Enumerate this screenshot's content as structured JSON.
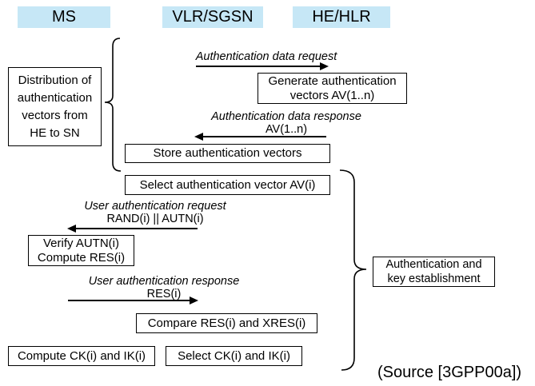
{
  "colors": {
    "actor_bg": "#c6e7f6",
    "line": "#000000",
    "box_bg": "#ffffff",
    "text": "#000000"
  },
  "actors": [
    {
      "label": "MS"
    },
    {
      "label": "VLR/SGSN"
    },
    {
      "label": "HE/HLR"
    }
  ],
  "phase_labels": {
    "distribution": {
      "lines": [
        "Distribution of",
        "authentication",
        "vectors from",
        "HE to SN"
      ]
    },
    "auth_key": {
      "lines": [
        "Authentication and",
        "key establishment"
      ]
    }
  },
  "boxes": {
    "generate": {
      "lines": [
        "Generate authentication",
        "vectors AV(1..n)"
      ]
    },
    "store": {
      "label": "Store authentication vectors"
    },
    "select_av": {
      "label": "Select authentication vector AV(i)"
    },
    "verify": {
      "lines": [
        "Verify AUTN(i)",
        "Compute RES(i)"
      ]
    },
    "compare": {
      "label": "Compare RES(i) and XRES(i)"
    },
    "compute_ck": {
      "label": "Compute CK(i) and IK(i)"
    },
    "select_ck": {
      "label": "Select CK(i) and IK(i)"
    }
  },
  "messages": {
    "auth_data_request": {
      "title": "Authentication data request",
      "param": "",
      "direction": "right"
    },
    "auth_data_response": {
      "title": "Authentication data response",
      "param": "AV(1..n)",
      "direction": "left"
    },
    "user_auth_request": {
      "title": "User authentication request",
      "param": "RAND(i) || AUTN(i)",
      "direction": "left"
    },
    "user_auth_response": {
      "title": "User authentication response",
      "param": "RES(i)",
      "direction": "right"
    }
  },
  "source_note": "(Source [3GPP00a])"
}
